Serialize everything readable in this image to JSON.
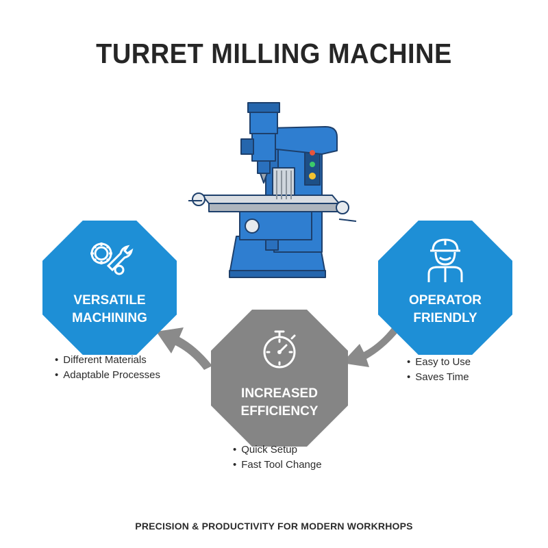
{
  "title": "TURRET MILLING MACHINE",
  "colors": {
    "accent_blue": "#1e8fd6",
    "gray": "#858585",
    "machine_blue": "#2f7ed0",
    "arrow_gray": "#8a8a8a"
  },
  "machine": {
    "icon": "turret-milling-machine-illustration"
  },
  "nodes": {
    "left": {
      "icon": "gear-wrench-icon",
      "title_lines": [
        "VERSATILE",
        "MACHINING"
      ],
      "bullets": [
        "Different Materials",
        "Adaptable Processes"
      ]
    },
    "right": {
      "icon": "operator-hardhat-icon",
      "title_lines": [
        "OPERATOR",
        "FRIENDLY"
      ],
      "bullets": [
        "Easy to Use",
        "Saves Time"
      ]
    },
    "center": {
      "icon": "stopwatch-icon",
      "title_lines": [
        "INCREASED",
        "EFFICIENCY"
      ],
      "bullets": [
        "Quick Setup",
        "Fast Tool Change"
      ]
    }
  },
  "footer": "PRECISION & PRODUCTIVITY FOR MODERN WORKRHOPS"
}
